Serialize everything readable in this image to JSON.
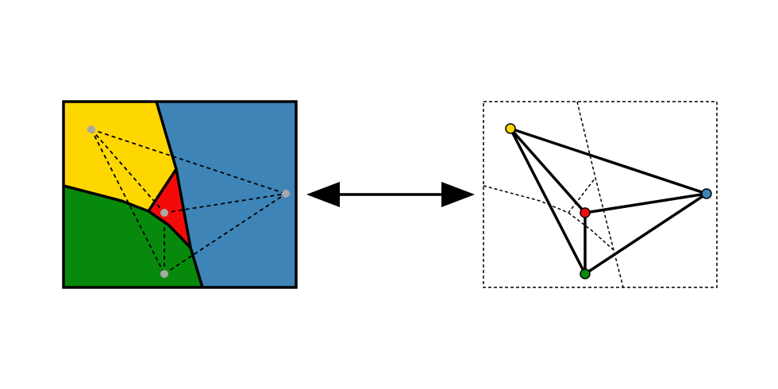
{
  "diagram": {
    "left_panel": {
      "regions": [
        {
          "name": "yellow",
          "color": "#FFD700"
        },
        {
          "name": "blue",
          "color": "#3E84B7"
        },
        {
          "name": "green",
          "color": "#078A0B"
        },
        {
          "name": "red",
          "color": "#F50A0A"
        }
      ],
      "site_color": "#A8A8A8"
    },
    "right_panel": {
      "nodes": [
        {
          "name": "yellow",
          "color": "#FFD700"
        },
        {
          "name": "blue",
          "color": "#3E84B7"
        },
        {
          "name": "red",
          "color": "#F50A0A"
        },
        {
          "name": "green",
          "color": "#078A0B"
        }
      ]
    },
    "connector": "double-headed-arrow",
    "line_color": "#000000"
  }
}
